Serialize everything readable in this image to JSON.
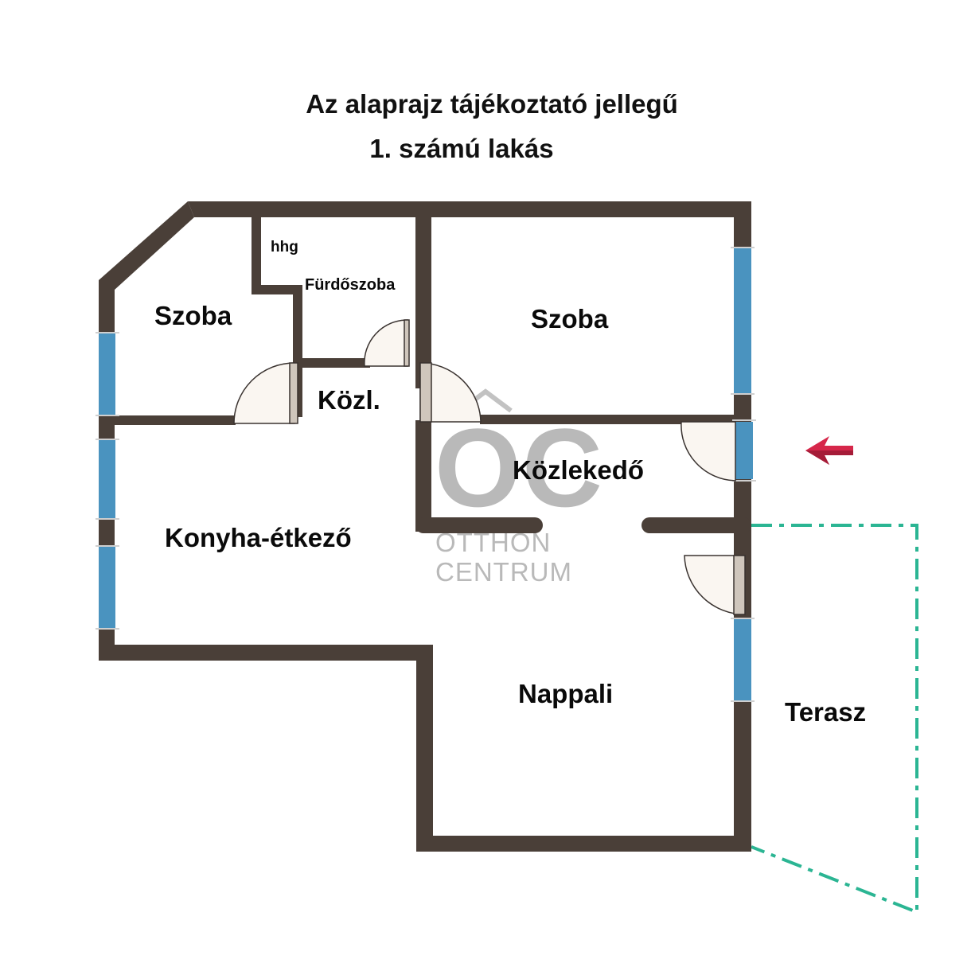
{
  "title": {
    "line1": "Az alaprajz tájékoztató jellegű",
    "line2": "1. számú lakás"
  },
  "rooms": {
    "hhg": "hhg",
    "bathroom": "Fürdőszoba",
    "room_left": "Szoba",
    "room_right": "Szoba",
    "hall_small": "Közl.",
    "hall": "Közlekedő",
    "kitchen": "Konyha-étkező",
    "living": "Nappali",
    "terrace": "Terasz"
  },
  "watermark": {
    "monogram": "OC",
    "line1": "OTTHON",
    "line2": "CENTRUM"
  },
  "colors": {
    "wall": "#4a3f38",
    "window": "#4a93bf",
    "terrace_outline": "#2bb593",
    "entrance_arrow": "#d6274a",
    "door_fill": "#faf6f1",
    "watermark": "#b9b9b9"
  },
  "icons": {
    "entrance": "entrance-arrow-icon",
    "door": "door-swing-icon"
  }
}
